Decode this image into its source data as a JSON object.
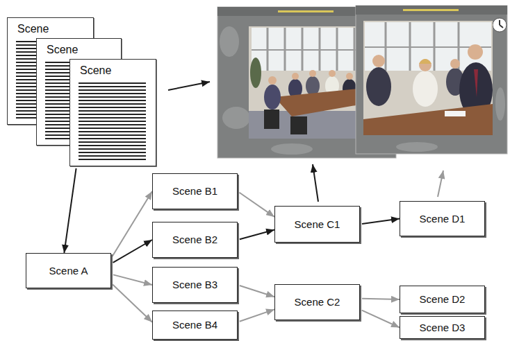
{
  "diagram": {
    "nodes": [
      {
        "text": [
          "Scene"
        ]
      },
      {
        "text": [
          "Scene"
        ]
      },
      {
        "text": [
          "Scene"
        ]
      },
      {
        "text": [
          "Scene A"
        ]
      },
      {
        "text": [
          "Scene B1"
        ]
      },
      {
        "text": [
          "Scene B2"
        ]
      },
      {
        "text": [
          "Scene B3"
        ]
      },
      {
        "text": [
          "Scene B4"
        ]
      },
      {
        "text": [
          "Scene C1"
        ]
      },
      {
        "text": [
          "Scene C2"
        ]
      },
      {
        "text": [
          "Scene D1"
        ]
      },
      {
        "text": [
          "Scene D2"
        ]
      },
      {
        "text": [
          "Scene D3"
        ]
      }
    ],
    "edges": [
      {
        "from": 2,
        "to": 3,
        "arrow": "to"
      },
      {
        "from": 3,
        "to": 4,
        "arrow": "to"
      },
      {
        "from": 3,
        "to": 5,
        "arrow": "to"
      },
      {
        "from": 3,
        "to": 6,
        "arrow": "to"
      },
      {
        "from": 3,
        "to": 7,
        "arrow": "to"
      },
      {
        "from": 4,
        "to": 8,
        "arrow": "to"
      },
      {
        "from": 5,
        "to": 8,
        "arrow": "to"
      },
      {
        "from": 6,
        "to": 9,
        "arrow": "to"
      },
      {
        "from": 7,
        "to": 9,
        "arrow": "to"
      },
      {
        "from": 8,
        "to": 10,
        "arrow": "to"
      },
      {
        "from": 9,
        "to": 11,
        "arrow": "to"
      },
      {
        "from": 9,
        "to": 12,
        "arrow": "to"
      }
    ]
  }
}
